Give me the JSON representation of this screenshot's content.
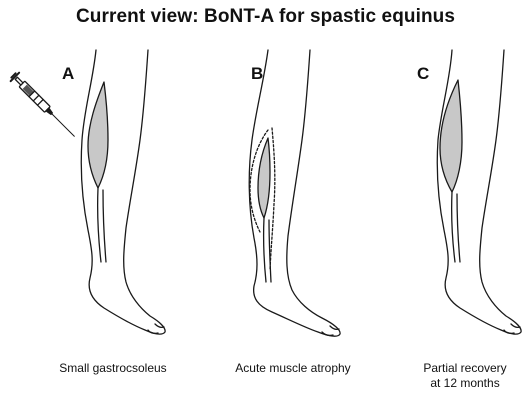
{
  "title": "Current view: BoNT-A for spastic equinus",
  "panels": [
    {
      "letter": "A",
      "caption_lines": [
        "Small gastrocsoleus"
      ]
    },
    {
      "letter": "B",
      "caption_lines": [
        "Acute muscle atrophy"
      ]
    },
    {
      "letter": "C",
      "caption_lines": [
        "Partial recovery",
        "at 12 months"
      ]
    }
  ],
  "colors": {
    "line": "#1a1a1a",
    "muscle_fill": "#c8c8c8",
    "background": "#ffffff"
  },
  "icons": [
    "syringe-icon"
  ]
}
